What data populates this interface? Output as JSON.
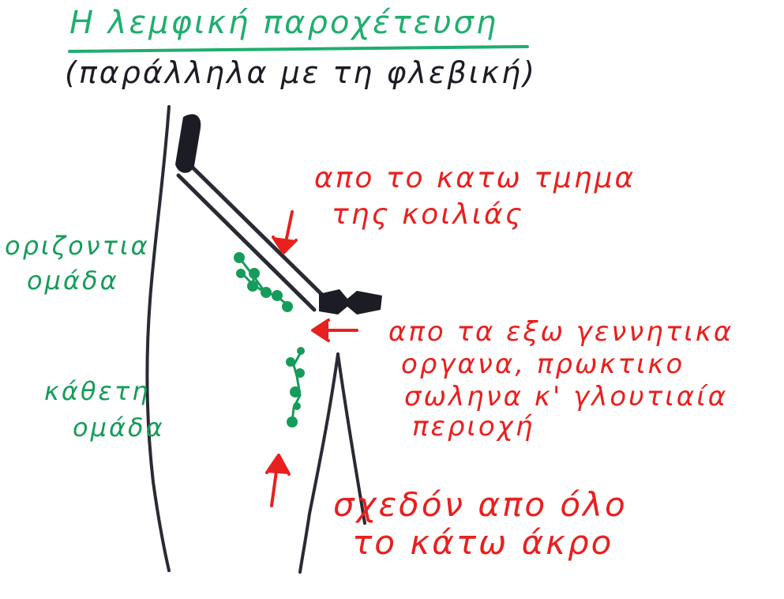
{
  "title": "Η λεμφική παροχέτευση",
  "subtitle": "(παράλληλα με τη φλεβική)",
  "labels": {
    "abdomen_line1": "απο το κατω τμημα",
    "abdomen_line2": "της κοιλιάς",
    "genital_line1": "απο τα εξω γεννητικα",
    "genital_line2": "οργανα, πρωκτικο",
    "genital_line3": "σωληνα κ' γλουτιαία",
    "genital_line4": "περιοχή",
    "limb_line1": "σχεδόν απο όλο",
    "limb_line2": "το κάτω άκρο",
    "horizontal_line1": "οριζοντια",
    "horizontal_line2": "ομάδα",
    "vertical_line1": "κάθετη",
    "vertical_line2": "ομάδα"
  },
  "colors": {
    "title_green": "#1fae6e",
    "node_green": "#169c5a",
    "arrow_red": "#e8201e",
    "ink_black": "#1c1c24"
  }
}
